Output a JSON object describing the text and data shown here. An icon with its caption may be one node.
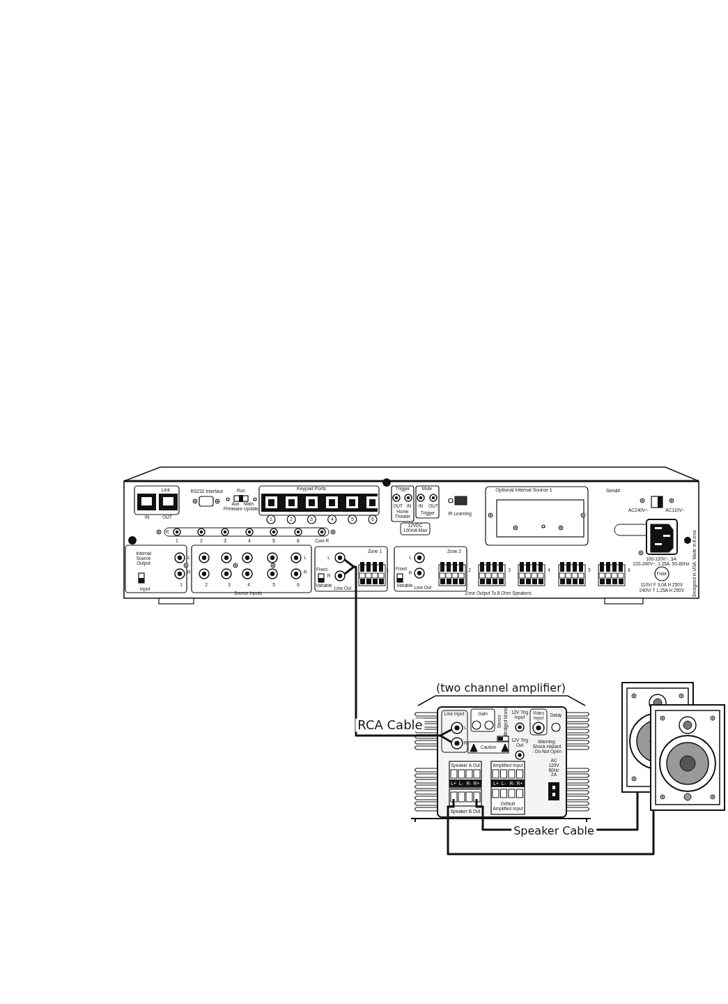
{
  "diagram": {
    "nodes": [
      {
        "text": [],
        "shape": "box"
      },
      {
        "text": [
          "Line Out"
        ],
        "in": 0
      },
      {
        "text": [
          "(two channel amplifier)"
        ]
      },
      {
        "text": [
          "Line Input"
        ],
        "in": 2
      },
      {
        "text": [
          "Speaker B Out"
        ],
        "in": 2
      },
      {
        "text": [],
        "shape": "speaker"
      },
      {
        "text": [],
        "shape": "speaker"
      }
    ],
    "edges": [
      {
        "from": 1,
        "to": 3,
        "arrow": "none",
        "label": "RCA Cable"
      },
      {
        "from": 4,
        "to": 5,
        "arrow": "none",
        "label": "Speaker Cable"
      },
      {
        "from": 4,
        "to": 6,
        "arrow": "none"
      }
    ],
    "labels": [
      "Link",
      "IN",
      "OUT",
      "RS232 Interface",
      "Run",
      "Aux",
      "Main",
      "Firmware Update",
      "Keypad Ports",
      "1",
      "2",
      "3",
      "4",
      "5",
      "6",
      "R",
      "1",
      "2",
      "3",
      "4",
      "5",
      "6",
      "Com R",
      "Trigger",
      "OUT",
      "IN",
      "Home Theater",
      "12VDC 100mA Max",
      "Mute",
      "IN",
      "OUT",
      "Trigger",
      "IR Learning",
      "Optional Internal Source 1",
      "Serial#",
      "AC240V~",
      "AC110V~",
      "100-120V~, 3A",
      "220-240V~, 1.25A, 50-60Hz",
      "Fuse",
      "110V/ F 3.0A H 250V",
      "240V/ T 1.25A H 250V",
      "Designed in USA. Made in Korea",
      "Internal Source Output",
      "Input",
      "L",
      "R",
      "L",
      "R",
      "1",
      "2",
      "3",
      "4",
      "5",
      "6",
      "Source Inputs",
      "Zone 1",
      "L",
      "R",
      "Fixed",
      "Variable",
      "1",
      "Zone 2",
      "L",
      "R",
      "Fixed",
      "Variable",
      "Line Out",
      "2",
      "3",
      "4",
      "5",
      "6",
      "Zone Output To 8 Ohm Speakers",
      "Gain",
      "Stereo",
      "Bridged Mono",
      "12V Trig Input",
      "Video Input",
      "Delay",
      "Caution",
      "12V Trig Out",
      "Warning: Shock Hazard - Do Not Open",
      "Speaker A Out",
      "Amplified Input",
      "L+",
      "L-",
      "R-",
      "R+",
      "L+",
      "L-",
      "R-",
      "R+",
      "Default Amplified Input",
      "AC 120V 60Hz 2A",
      "L",
      "R"
    ]
  }
}
